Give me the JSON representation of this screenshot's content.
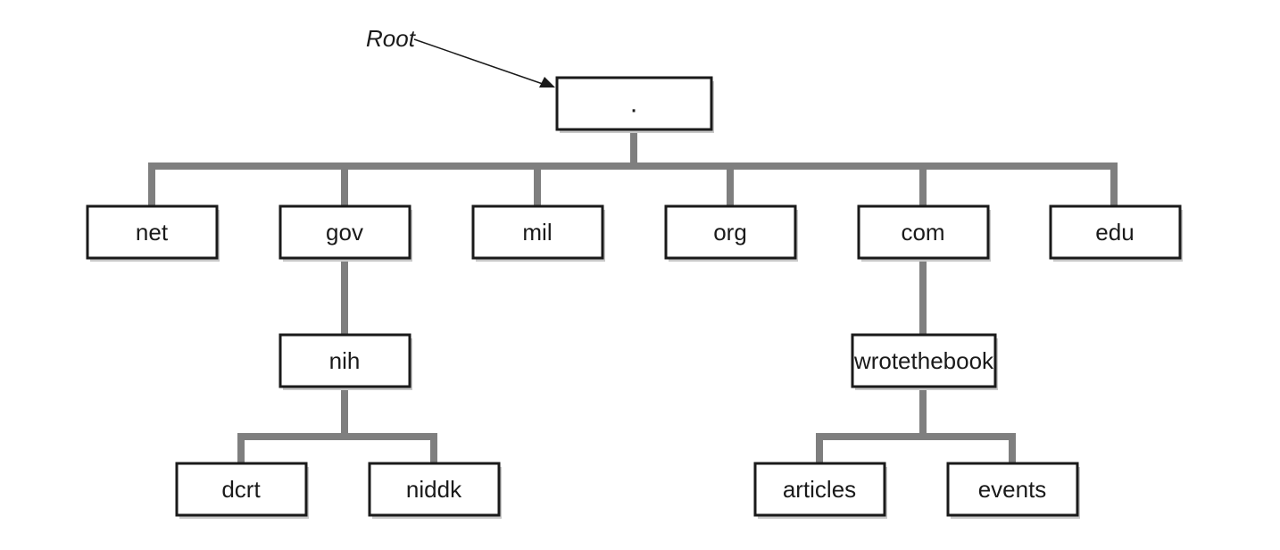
{
  "diagram": {
    "root_caption": "Root",
    "root": {
      "label": "."
    },
    "top_level": {
      "net": {
        "label": "net"
      },
      "gov": {
        "label": "gov"
      },
      "mil": {
        "label": "mil"
      },
      "org": {
        "label": "org"
      },
      "com": {
        "label": "com"
      },
      "edu": {
        "label": "edu"
      }
    },
    "gov_children": {
      "nih": {
        "label": "nih"
      }
    },
    "nih_children": {
      "dcrt": {
        "label": "dcrt"
      },
      "niddk": {
        "label": "niddk"
      }
    },
    "com_children": {
      "wrotethebook": {
        "label": "wrotethebook"
      }
    },
    "wrotethebook_children": {
      "articles": {
        "label": "articles"
      },
      "events": {
        "label": "events"
      }
    },
    "colors": {
      "connector": "#7f7f7f",
      "box_border": "#1a1a1a",
      "box_shadow": "#c8c8c8",
      "background": "#ffffff"
    }
  }
}
